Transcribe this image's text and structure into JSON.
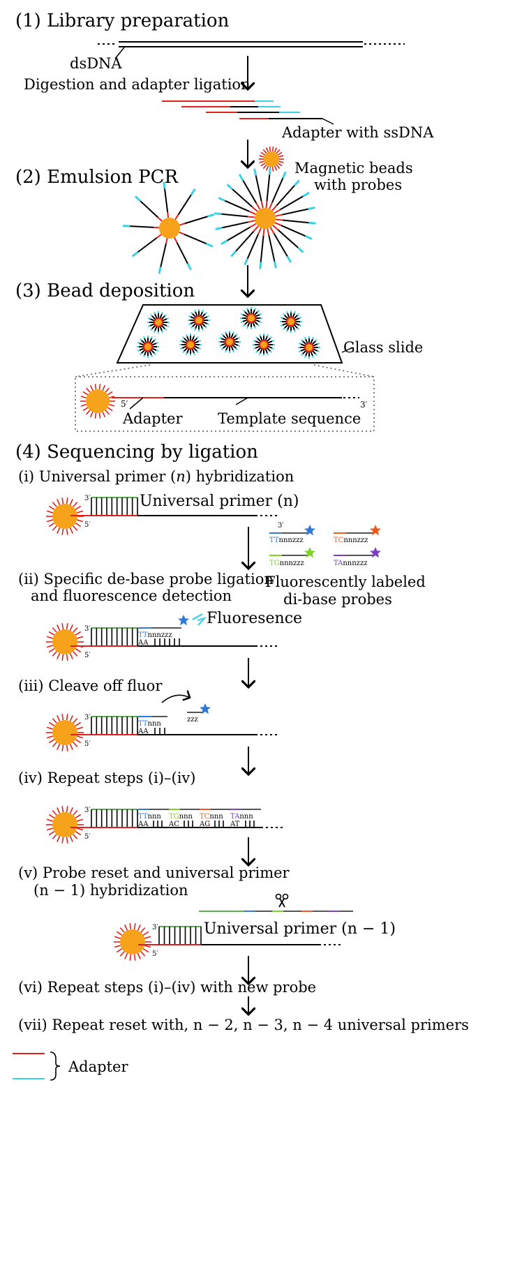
{
  "sections": {
    "library": {
      "title": "(1) Library preparation",
      "dsdna": "dsDNA",
      "digestion": "Digestion and adapter ligation",
      "adapter_ssdna": "Adapter with ssDNA"
    },
    "emulsion": {
      "title": "(2) Emulsion PCR",
      "beads_line1": "Magnetic beads",
      "beads_line2": "with probes"
    },
    "deposition": {
      "title": "(3) Bead deposition",
      "glass_slide": "Glass slide",
      "five_prime": "5′",
      "three_prime": "3′",
      "adapter": "Adapter",
      "template": "Template sequence"
    },
    "sequencing": {
      "title": "(4) Sequencing by ligation",
      "step_i": {
        "prefix": "(i) Universal primer (",
        "n": "n",
        "suffix": ") hybridization",
        "primer_label": "Universal primer (n)"
      },
      "probes": {
        "tt": {
          "base": "TT",
          "rest": "nnnzzz"
        },
        "tc": {
          "base": "TC",
          "rest": "nnnzzz"
        },
        "tg": {
          "base": "TG",
          "rest": "nnnzzz"
        },
        "ta": {
          "base": "TA",
          "rest": "nnnzzz"
        },
        "label_line1": "Fluorescently labeled",
        "label_line2": "di-base probes"
      },
      "step_ii": {
        "line1": "(ii) Specific de-base probe ligation",
        "line2": "and fluorescence detection",
        "fluorescence": "Fluoresence",
        "probe_base": "TT",
        "probe_rest": "nnnzzz",
        "pair": "AA"
      },
      "step_iii": {
        "title": "(iii) Cleave off fluor",
        "probe_base": "TT",
        "probe_rest": "nnn",
        "pair": "AA",
        "cleaved": "zzz"
      },
      "step_iv": {
        "title": "(iv) Repeat steps (i)–(iv)",
        "probes": [
          {
            "base": "TT",
            "rest": "nnn",
            "pair": "AA"
          },
          {
            "base": "TG",
            "rest": "nnn",
            "pair": "AC"
          },
          {
            "base": "TC",
            "rest": "nnn",
            "pair": "AG"
          },
          {
            "base": "TA",
            "rest": "nnn",
            "pair": "AT"
          }
        ]
      },
      "step_v": {
        "line1": "(v) Probe reset and universal primer",
        "line2": "(n − 1) hybridization",
        "primer_label": "Universal primer (n − 1)"
      },
      "step_vi": "(vi) Repeat steps (i)–(iv) with new probe",
      "step_vii": "(vii) Repeat reset with, n − 2, n − 3, n − 4 universal primers"
    },
    "legend": {
      "adapter": "Adapter"
    }
  },
  "colors": {
    "adapter_red": "#e0201a",
    "adapter_cyan": "#3ad0e8",
    "bead": "#f7a21b",
    "primer_green": "#5ab04a",
    "probe_blue": "#2f7ad6",
    "probe_orange": "#f0591c",
    "probe_lime": "#7ed321",
    "probe_purple": "#7b3fc4"
  },
  "icons": [
    "scissors-icon",
    "star-icon",
    "arrow-down-icon",
    "curved-arrow-icon",
    "brace-icon"
  ]
}
